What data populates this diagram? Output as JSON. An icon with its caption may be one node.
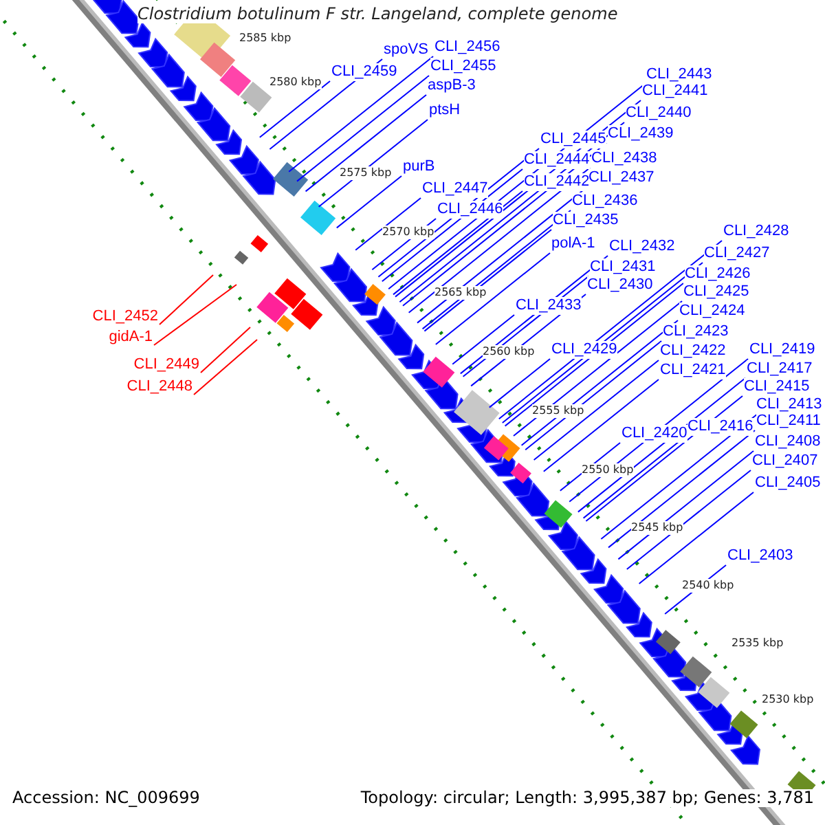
{
  "diagram": {
    "title": "Clostridium botulinum F str. Langeland, complete genome",
    "nodes": [
      {
        "text": [
          "spoVS"
        ]
      },
      {
        "text": [
          "CLI_2456"
        ]
      },
      {
        "text": [
          "CLI_2459"
        ]
      },
      {
        "text": [
          "CLI_2455"
        ]
      },
      {
        "text": [
          "aspB-3"
        ]
      },
      {
        "text": [
          "ptsH"
        ]
      },
      {
        "text": [
          "purB"
        ]
      },
      {
        "text": [
          "CLI_2447"
        ]
      },
      {
        "text": [
          "CLI_2446"
        ]
      },
      {
        "text": [
          "CLI_2445"
        ]
      },
      {
        "text": [
          "CLI_2444"
        ]
      },
      {
        "text": [
          "CLI_2442"
        ]
      },
      {
        "text": [
          "CLI_2443"
        ]
      },
      {
        "text": [
          "CLI_2441"
        ]
      },
      {
        "text": [
          "CLI_2440"
        ]
      },
      {
        "text": [
          "CLI_2439"
        ]
      },
      {
        "text": [
          "CLI_2438"
        ]
      },
      {
        "text": [
          "CLI_2437"
        ]
      },
      {
        "text": [
          "CLI_2436"
        ]
      },
      {
        "text": [
          "CLI_2435"
        ]
      },
      {
        "text": [
          "polA-1"
        ]
      },
      {
        "text": [
          "CLI_2432"
        ]
      },
      {
        "text": [
          "CLI_2431"
        ]
      },
      {
        "text": [
          "CLI_2430"
        ]
      },
      {
        "text": [
          "CLI_2433"
        ]
      },
      {
        "text": [
          "CLI_2429"
        ]
      },
      {
        "text": [
          "CLI_2428"
        ]
      },
      {
        "text": [
          "CLI_2427"
        ]
      },
      {
        "text": [
          "CLI_2426"
        ]
      },
      {
        "text": [
          "CLI_2425"
        ]
      },
      {
        "text": [
          "CLI_2424"
        ]
      },
      {
        "text": [
          "CLI_2423"
        ]
      },
      {
        "text": [
          "CLI_2422"
        ]
      },
      {
        "text": [
          "CLI_2421"
        ]
      },
      {
        "text": [
          "CLI_2420"
        ]
      },
      {
        "text": [
          "CLI_2416"
        ]
      },
      {
        "text": [
          "CLI_2419"
        ]
      },
      {
        "text": [
          "CLI_2417"
        ]
      },
      {
        "text": [
          "CLI_2415"
        ]
      },
      {
        "text": [
          "CLI_2413"
        ]
      },
      {
        "text": [
          "CLI_2411"
        ]
      },
      {
        "text": [
          "CLI_2408"
        ]
      },
      {
        "text": [
          "CLI_2407"
        ]
      },
      {
        "text": [
          "CLI_2405"
        ]
      },
      {
        "text": [
          "CLI_2403"
        ]
      },
      {
        "text": [
          "CLI_2452"
        ]
      },
      {
        "text": [
          "gidA-1"
        ]
      },
      {
        "text": [
          "CLI_2449"
        ]
      },
      {
        "text": [
          "CLI_2448"
        ]
      }
    ],
    "edges": [
      {
        "from": 0,
        "to": null,
        "arrow": "none"
      },
      {
        "from": 1,
        "to": null,
        "arrow": "none"
      },
      {
        "from": 2,
        "to": null,
        "arrow": "none"
      },
      {
        "from": 3,
        "to": null,
        "arrow": "none"
      },
      {
        "from": 4,
        "to": null,
        "arrow": "none"
      },
      {
        "from": 5,
        "to": null,
        "arrow": "none"
      },
      {
        "from": 6,
        "to": null,
        "arrow": "none"
      },
      {
        "from": 7,
        "to": null,
        "arrow": "none"
      },
      {
        "from": 8,
        "to": null,
        "arrow": "none"
      },
      {
        "from": 9,
        "to": null,
        "arrow": "none"
      },
      {
        "from": 10,
        "to": null,
        "arrow": "none"
      },
      {
        "from": 11,
        "to": null,
        "arrow": "none"
      },
      {
        "from": 12,
        "to": null,
        "arrow": "none"
      },
      {
        "from": 13,
        "to": null,
        "arrow": "none"
      },
      {
        "from": 14,
        "to": null,
        "arrow": "none"
      },
      {
        "from": 15,
        "to": null,
        "arrow": "none"
      },
      {
        "from": 16,
        "to": null,
        "arrow": "none"
      },
      {
        "from": 17,
        "to": null,
        "arrow": "none"
      },
      {
        "from": 18,
        "to": null,
        "arrow": "none"
      },
      {
        "from": 19,
        "to": null,
        "arrow": "none"
      },
      {
        "from": 20,
        "to": null,
        "arrow": "none"
      },
      {
        "from": 21,
        "to": null,
        "arrow": "none"
      },
      {
        "from": 22,
        "to": null,
        "arrow": "none"
      },
      {
        "from": 23,
        "to": null,
        "arrow": "none"
      },
      {
        "from": 24,
        "to": null,
        "arrow": "none"
      },
      {
        "from": 25,
        "to": null,
        "arrow": "none"
      },
      {
        "from": 26,
        "to": null,
        "arrow": "none"
      },
      {
        "from": 27,
        "to": null,
        "arrow": "none"
      },
      {
        "from": 28,
        "to": null,
        "arrow": "none"
      },
      {
        "from": 29,
        "to": null,
        "arrow": "none"
      },
      {
        "from": 30,
        "to": null,
        "arrow": "none"
      },
      {
        "from": 31,
        "to": null,
        "arrow": "none"
      },
      {
        "from": 32,
        "to": null,
        "arrow": "none"
      },
      {
        "from": 33,
        "to": null,
        "arrow": "none"
      },
      {
        "from": 34,
        "to": null,
        "arrow": "none"
      },
      {
        "from": 35,
        "to": null,
        "arrow": "none"
      },
      {
        "from": 36,
        "to": null,
        "arrow": "none"
      },
      {
        "from": 37,
        "to": null,
        "arrow": "none"
      },
      {
        "from": 38,
        "to": null,
        "arrow": "none"
      },
      {
        "from": 39,
        "to": null,
        "arrow": "none"
      },
      {
        "from": 40,
        "to": null,
        "arrow": "none"
      },
      {
        "from": 41,
        "to": null,
        "arrow": "none"
      },
      {
        "from": 42,
        "to": null,
        "arrow": "none"
      },
      {
        "from": 43,
        "to": null,
        "arrow": "none"
      },
      {
        "from": 44,
        "to": null,
        "arrow": "none"
      },
      {
        "from": 45,
        "to": null,
        "arrow": "none",
        "color": "#ff0000"
      },
      {
        "from": 46,
        "to": null,
        "arrow": "none",
        "color": "#ff0000"
      },
      {
        "from": 47,
        "to": null,
        "arrow": "none",
        "color": "#ff0000"
      },
      {
        "from": 48,
        "to": null,
        "arrow": "none",
        "color": "#ff0000"
      }
    ],
    "labels": [
      "2585 kbp",
      "2580 kbp",
      "2575 kbp",
      "2570 kbp",
      "2565 kbp",
      "2560 kbp",
      "2555 kbp",
      "2550 kbp",
      "2545 kbp",
      "2540 kbp",
      "2535 kbp",
      "2530 kbp",
      "Accession: NC_009699",
      "Topology: circular; Length: 3,995,387 bp; Genes: 3,781"
    ]
  }
}
